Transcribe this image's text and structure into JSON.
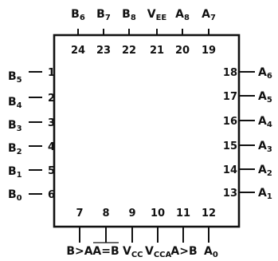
{
  "chip": {
    "top_pins": [
      {
        "number": "24",
        "signal": "B",
        "sub": "6"
      },
      {
        "number": "23",
        "signal": "B",
        "sub": "7"
      },
      {
        "number": "22",
        "signal": "B",
        "sub": "8"
      },
      {
        "number": "21",
        "signal": "V",
        "sub": "EE"
      },
      {
        "number": "20",
        "signal": "A",
        "sub": "8"
      },
      {
        "number": "19",
        "signal": "A",
        "sub": "7"
      }
    ],
    "left_pins": [
      {
        "number": "1",
        "signal": "B",
        "sub": "5"
      },
      {
        "number": "2",
        "signal": "B",
        "sub": "4"
      },
      {
        "number": "3",
        "signal": "B",
        "sub": "3"
      },
      {
        "number": "4",
        "signal": "B",
        "sub": "2"
      },
      {
        "number": "5",
        "signal": "B",
        "sub": "1"
      },
      {
        "number": "6",
        "signal": "B",
        "sub": "0"
      }
    ],
    "right_pins": [
      {
        "number": "18",
        "signal": "A",
        "sub": "6"
      },
      {
        "number": "17",
        "signal": "A",
        "sub": "5"
      },
      {
        "number": "16",
        "signal": "A",
        "sub": "4"
      },
      {
        "number": "15",
        "signal": "A",
        "sub": "3"
      },
      {
        "number": "14",
        "signal": "A",
        "sub": "2"
      },
      {
        "number": "13",
        "signal": "A",
        "sub": "1"
      }
    ],
    "bottom_pins": [
      {
        "number": "7",
        "signal": "B>A",
        "sub": ""
      },
      {
        "number": "8",
        "signal": "A=B",
        "sub": "",
        "overbar": true
      },
      {
        "number": "9",
        "signal": "V",
        "sub": "CC"
      },
      {
        "number": "10",
        "signal": "V",
        "sub": "CCA"
      },
      {
        "number": "11",
        "signal": "A>B",
        "sub": ""
      },
      {
        "number": "12",
        "signal": "A",
        "sub": "0"
      }
    ]
  }
}
